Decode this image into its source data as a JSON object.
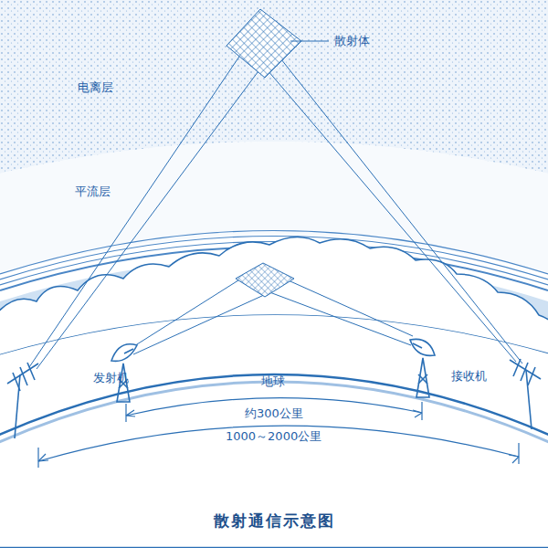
{
  "diagram": {
    "caption": "散射通信示意图",
    "labels": [
      "电离层",
      "散射体",
      "平流层",
      "发射机",
      "地球",
      "接收机",
      "约300公里",
      "1000～2000公里"
    ]
  }
}
